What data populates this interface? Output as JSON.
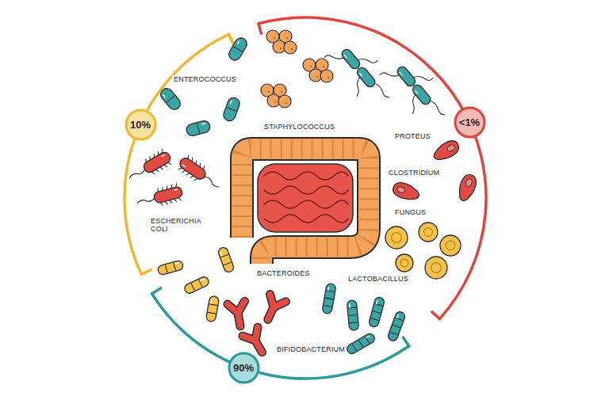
{
  "diagram": {
    "nodes": [
      {
        "text": [
          "10%"
        ]
      },
      {
        "text": [
          "<1%"
        ]
      },
      {
        "text": [
          "90%"
        ]
      }
    ],
    "labels": [
      "ENTEROCOCCUS",
      "STAPHYLOCOCCUS",
      "PROTEUS",
      "CLOSTRIDIUM",
      "FUNGUS",
      "ESCHERICHIA COLI",
      "BACTEROIDES",
      "LACTOBACILLUS",
      "BIFIDOBACTERIUM"
    ]
  }
}
